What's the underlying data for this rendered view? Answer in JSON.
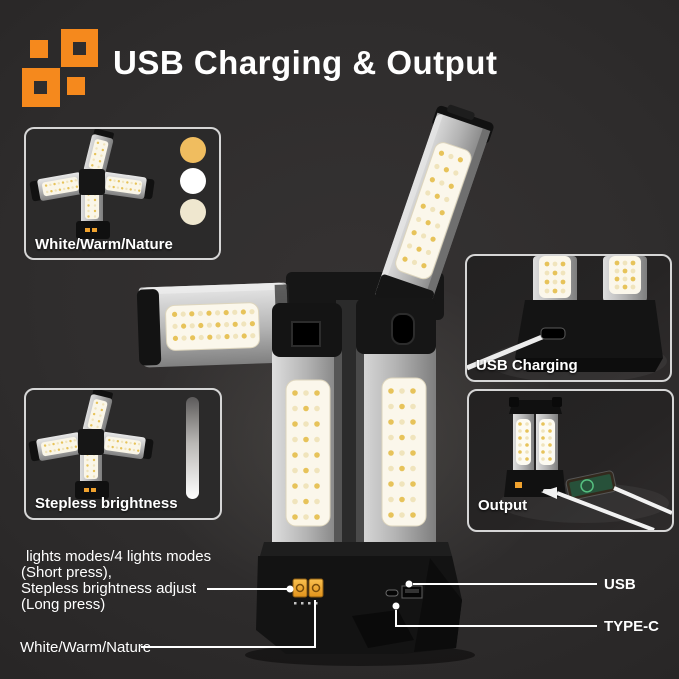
{
  "title": "USB Charging & Output",
  "colors": {
    "accent": "#F5891D",
    "background": "#2F2D2D",
    "text": "#FFFFFF",
    "warm_led": "#E9C75F"
  },
  "boxes": {
    "color_modes": {
      "label": "White/Warm/Nature",
      "swatches": {
        "warm": "#F0BD5F",
        "white": "#FFFFFF",
        "nature": "#EFE7CF"
      }
    },
    "brightness": {
      "label": "Stepless brightness"
    },
    "usb_charging": {
      "label": "USB Charging"
    },
    "output": {
      "label": "Output"
    }
  },
  "annotations": {
    "modes_lines": {
      "l1": "lights modes/4 lights modes",
      "l2": "(Short press),",
      "l3": "Stepless brightness adjust",
      "l4": "(Long press)"
    },
    "mode_button": "White/Warm/Nature",
    "usb": "USB",
    "type_c": "TYPE-C"
  }
}
